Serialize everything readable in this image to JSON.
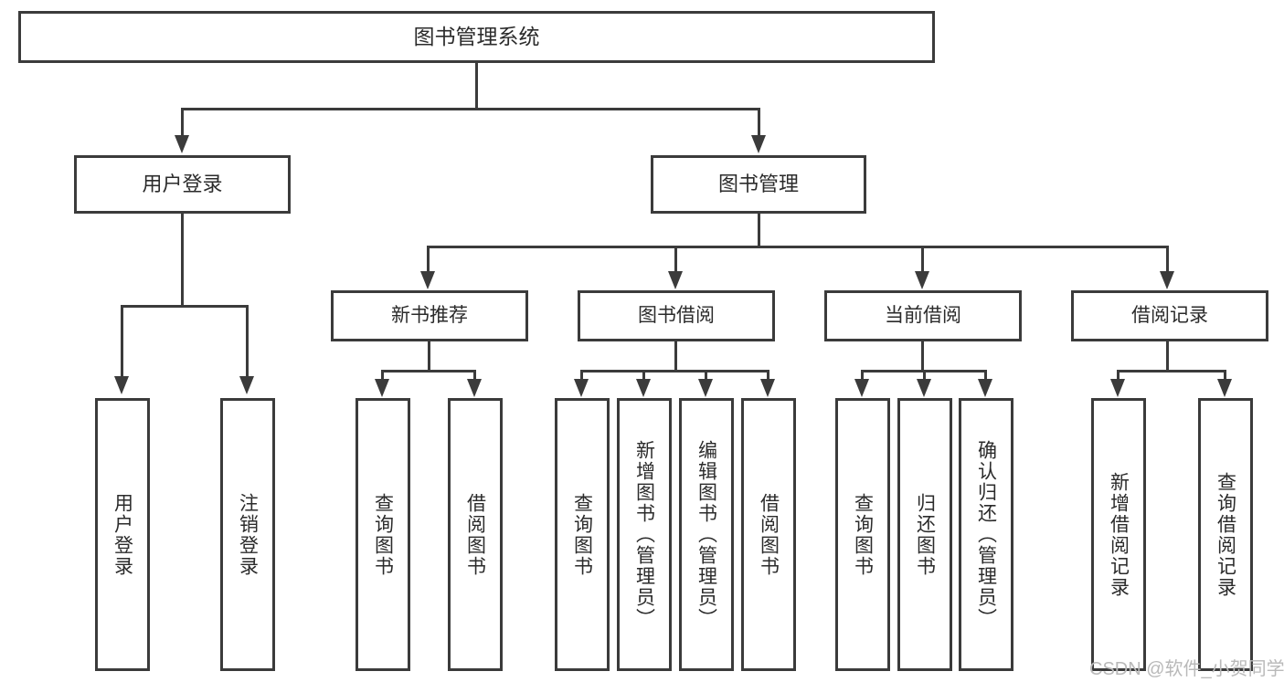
{
  "diagram": {
    "type": "tree",
    "title": "图书管理系统",
    "root": {
      "label": "图书管理系统",
      "children": [
        {
          "label": "用户登录",
          "children": [
            {
              "label": "用户登录"
            },
            {
              "label": "注销登录"
            }
          ]
        },
        {
          "label": "图书管理",
          "children": [
            {
              "label": "新书推荐",
              "children": [
                {
                  "label": "查询图书"
                },
                {
                  "label": "借阅图书"
                }
              ]
            },
            {
              "label": "图书借阅",
              "children": [
                {
                  "label": "查询图书"
                },
                {
                  "label": "新增图书（管理员）"
                },
                {
                  "label": "编辑图书（管理员）"
                },
                {
                  "label": "借阅图书"
                }
              ]
            },
            {
              "label": "当前借阅",
              "children": [
                {
                  "label": "查询图书"
                },
                {
                  "label": "归还图书"
                },
                {
                  "label": "确认归还（管理员）"
                }
              ]
            },
            {
              "label": "借阅记录",
              "children": [
                {
                  "label": "新增借阅记录"
                },
                {
                  "label": "查询借阅记录"
                }
              ]
            }
          ]
        }
      ]
    }
  },
  "nodes": {
    "root": "图书管理系统",
    "user_login": "用户登录",
    "book_manage": "图书管理",
    "new_book_recommend": "新书推荐",
    "book_borrow": "图书借阅",
    "current_borrow": "当前借阅",
    "borrow_record": "借阅记录"
  },
  "leaves": {
    "l1": "用户登录",
    "l2": "注销登录",
    "l3": "查询图书",
    "l4": "借阅图书",
    "l5": "查询图书",
    "l6": "新增图书（管理员）",
    "l7": "编辑图书（管理员）",
    "l8": "借阅图书",
    "l9": "查询图书",
    "l10": "归还图书",
    "l11": "确认归还（管理员）",
    "l12": "新增借阅记录",
    "l13": "查询借阅记录"
  },
  "watermark": {
    "text": "CSDN @软件_小贺同学"
  },
  "colors": {
    "border": "#3b3b3b",
    "background": "#ffffff",
    "text": "#2b2b2b",
    "watermark": "#b9b9b9"
  }
}
